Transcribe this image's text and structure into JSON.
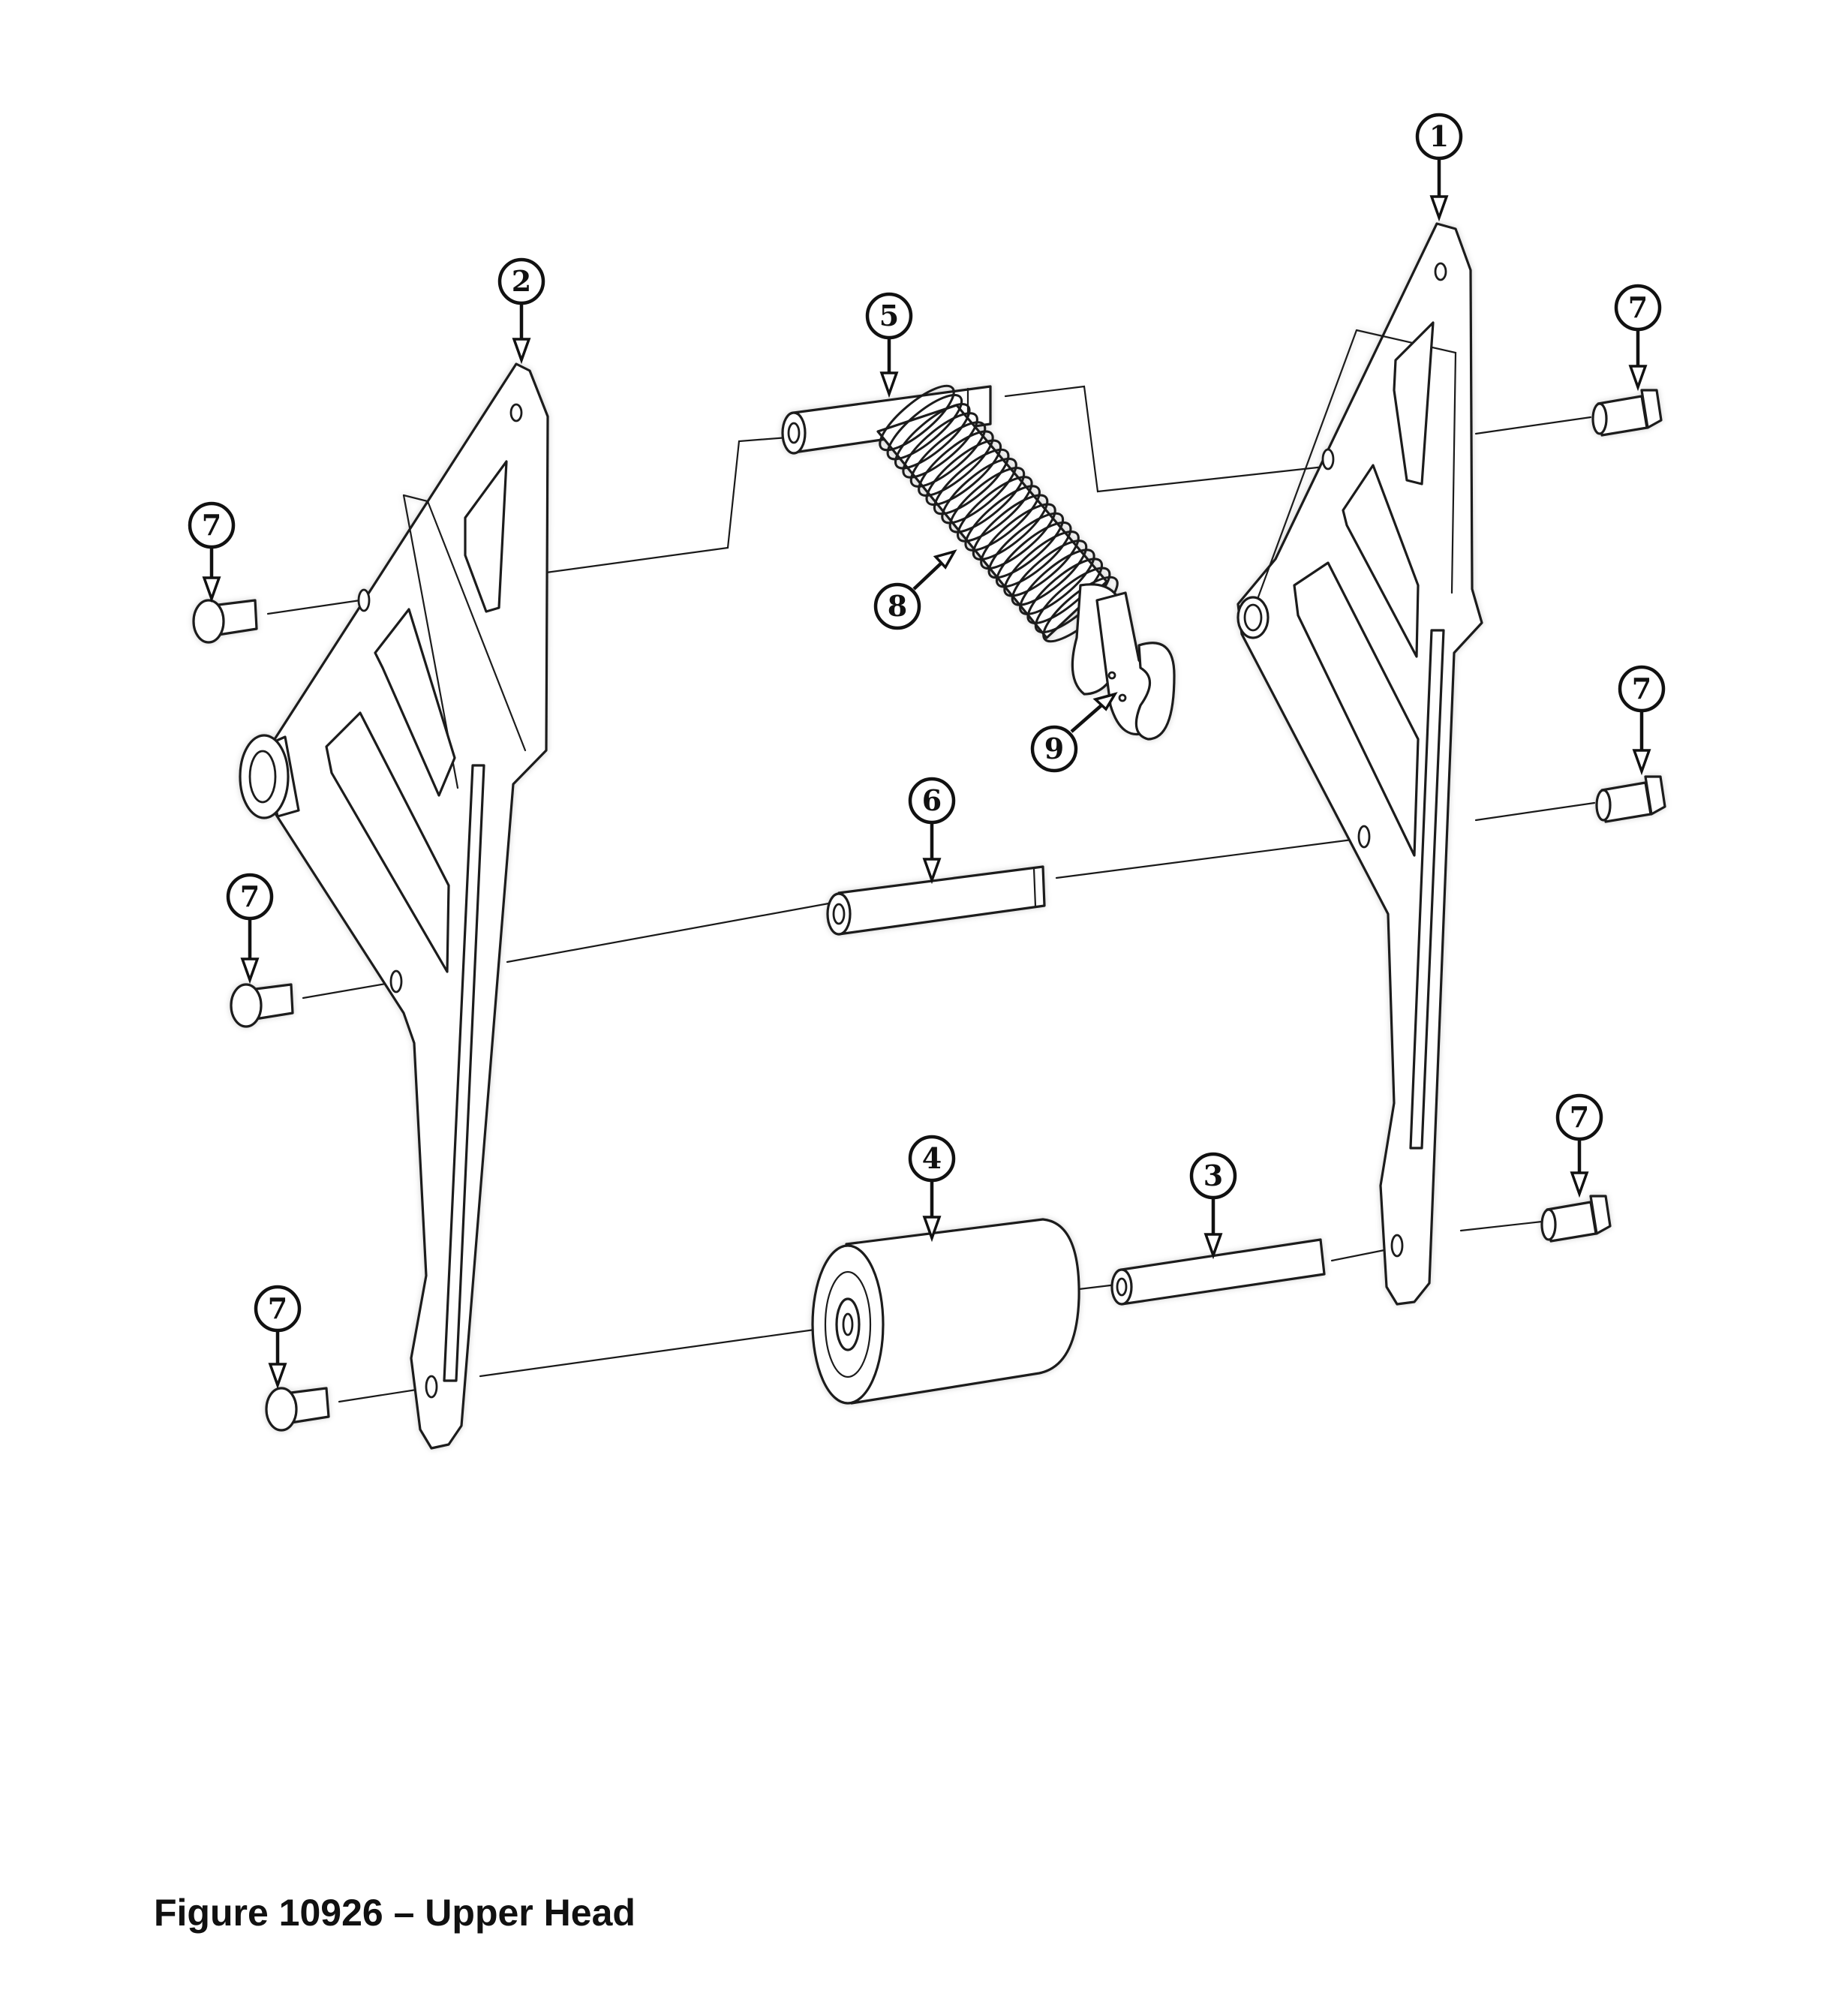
{
  "caption": "Figure 10926 – Upper Head",
  "callouts": {
    "c1": "1",
    "c2": "2",
    "c3": "3",
    "c4": "4",
    "c5": "5",
    "c6": "6",
    "c7a": "7",
    "c7b": "7",
    "c7c": "7",
    "c7d": "7",
    "c7e": "7",
    "c7f": "7",
    "c8": "8",
    "c9": "9"
  }
}
